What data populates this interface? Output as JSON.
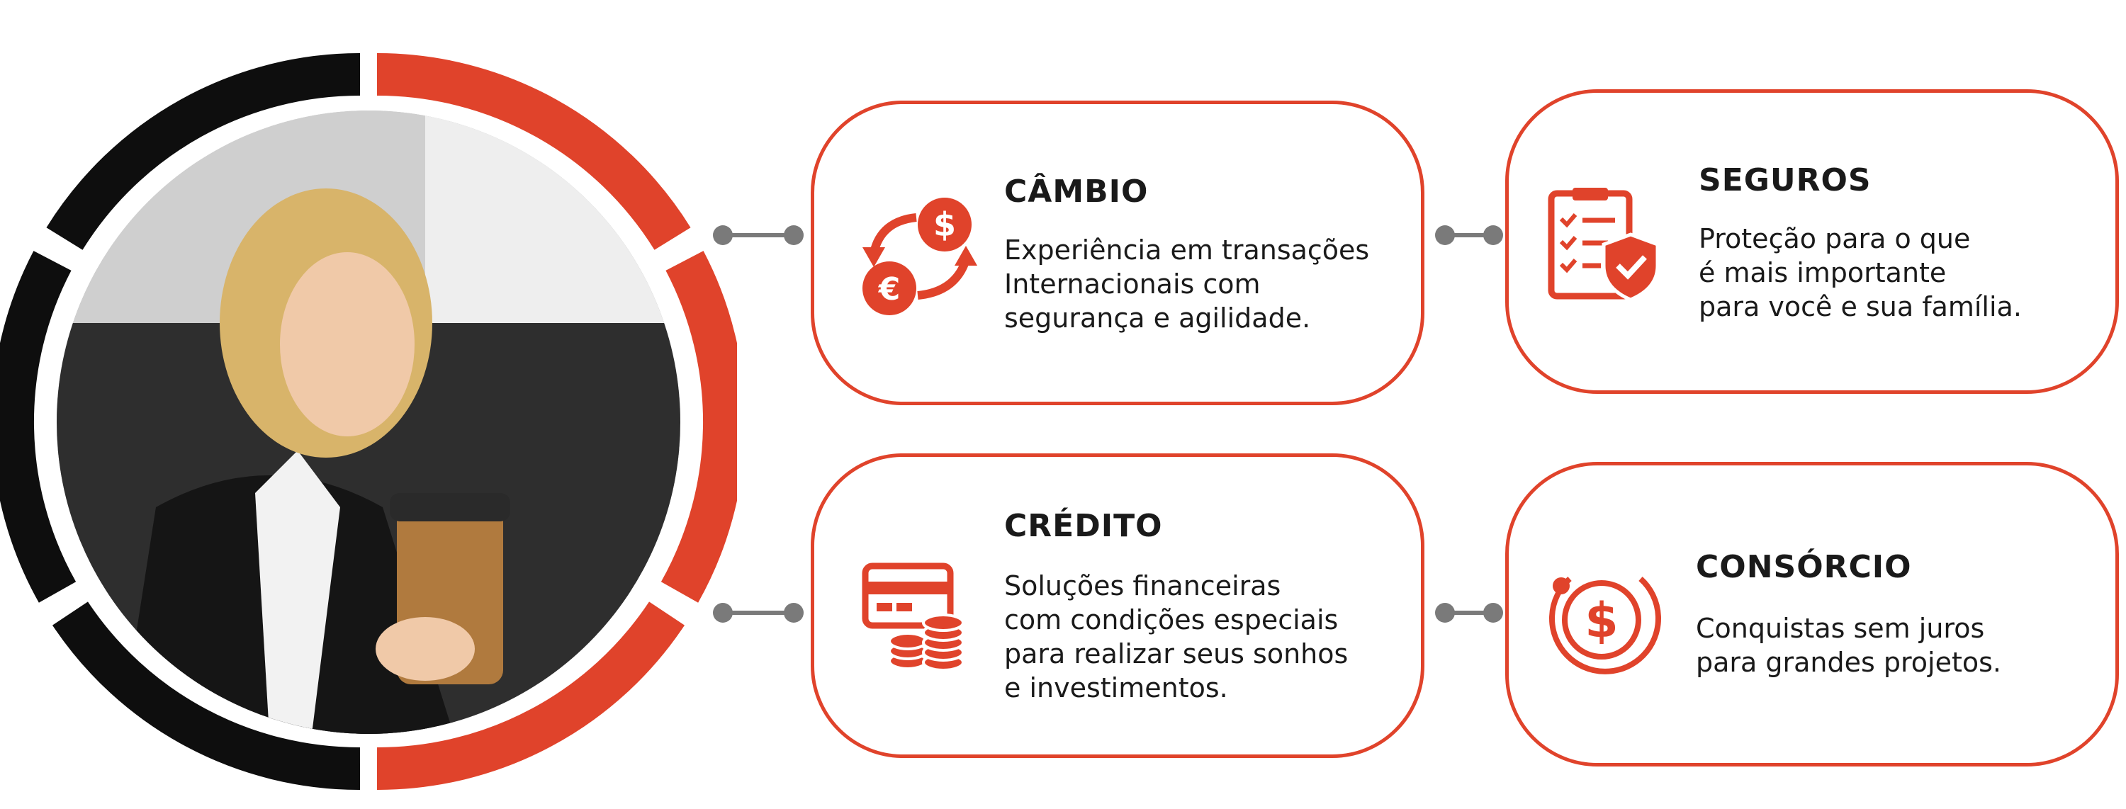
{
  "colors": {
    "accent": "#e0432b",
    "dark": "#0e0e0e",
    "connector": "#7a7a7a"
  },
  "photo": {
    "description_icon": "woman-with-coffee-photo"
  },
  "cards": {
    "cambio": {
      "icon": "currency-exchange-icon",
      "title": "CÂMBIO",
      "lines": [
        "Experiência em transações",
        "Internacionais com",
        "segurança e agilidade."
      ]
    },
    "seguros": {
      "icon": "insurance-shield-icon",
      "title": "SEGUROS",
      "lines": [
        "Proteção para o que",
        "é mais importante",
        "para você e sua família."
      ]
    },
    "credito": {
      "icon": "credit-card-coins-icon",
      "title": "CRÉDITO",
      "lines": [
        "Soluções financeiras",
        "com condições especiais",
        "para realizar seus sonhos",
        "e investimentos."
      ]
    },
    "consorcio": {
      "icon": "dollar-coin-icon",
      "title": "CONSÓRCIO",
      "lines": [
        "Conquistas sem juros",
        "para grandes projetos."
      ]
    }
  }
}
